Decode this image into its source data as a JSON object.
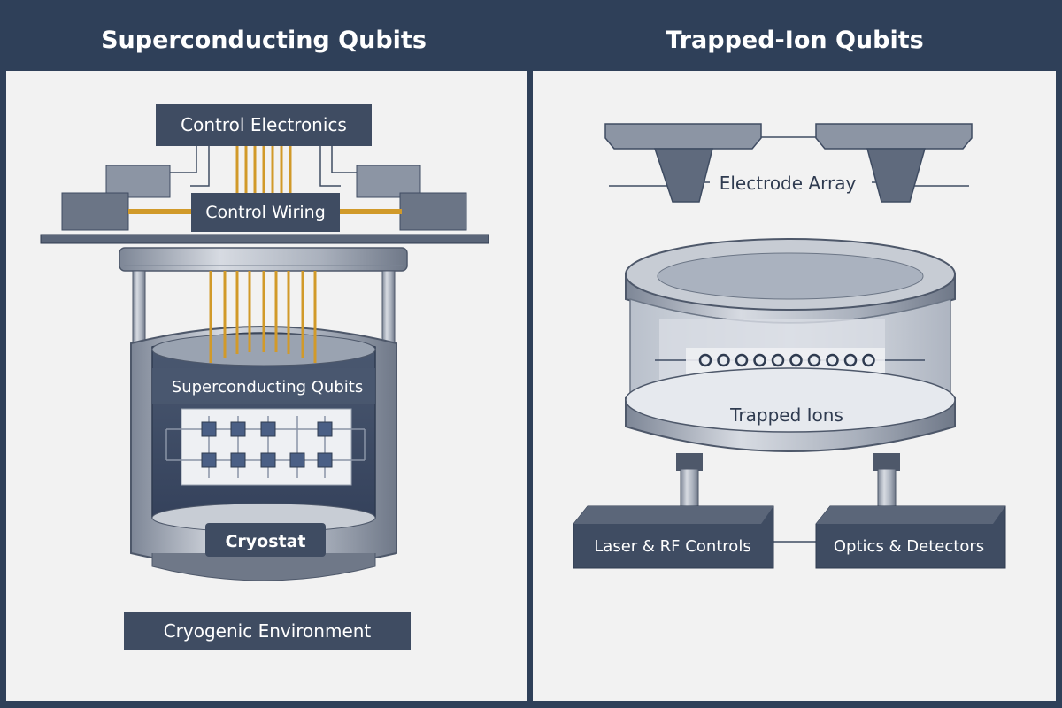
{
  "panels": {
    "left": {
      "title": "Superconducting Qubits",
      "labels": {
        "control_electronics": "Control Electronics",
        "control_wiring": "Control Wiring",
        "qubits": "Superconducting Qubits",
        "cryostat": "Cryostat",
        "environment": "Cryogenic Environment"
      }
    },
    "right": {
      "title": "Trapped-Ion Qubits",
      "labels": {
        "electrode_array": "Electrode Array",
        "trapped_ions": "Trapped Ions",
        "laser_rf": "Laser & RF Controls",
        "optics": "Optics & Detectors"
      },
      "ion_count": 10
    }
  },
  "colors": {
    "header": "#2f4059",
    "panel_bg": "#f2f2f2",
    "label_box": "#3f4c62",
    "wire_gold": "#d19a2a",
    "metal": "#8f99a8",
    "qubit": "#4a5f85"
  }
}
